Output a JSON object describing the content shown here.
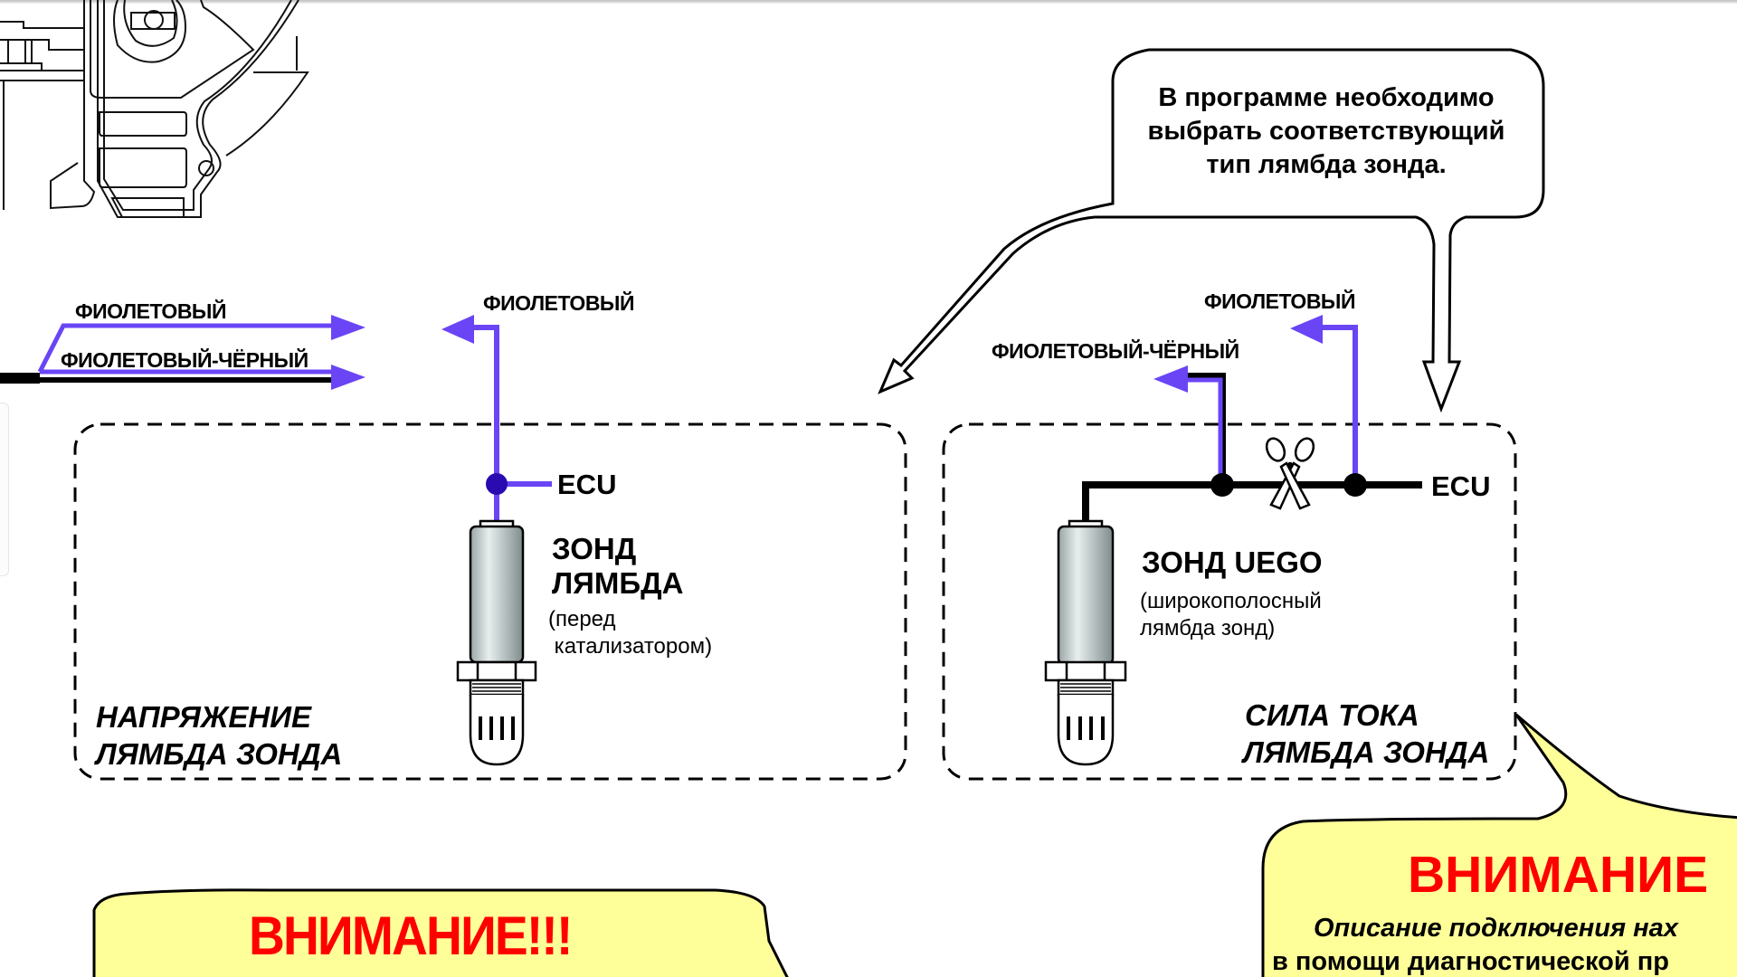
{
  "colors": {
    "purple": "#6a45f5",
    "junction_dark": "#2a0bb0",
    "warning_red": "#ff0000",
    "note_yellow": "#ffff99"
  },
  "left_wiring": {
    "wire_top_label": "ФИОЛЕТОВЫЙ",
    "wire_bottom_label": "ФИОЛЕТОВЫЙ-ЧЁРНЫЙ"
  },
  "voltage_box": {
    "wire_label": "ФИОЛЕТОВЫЙ",
    "ecu_label": "ECU",
    "probe_title_line1": "ЗОНД",
    "probe_title_line2": "ЛЯМБДА",
    "probe_sub_line1": "(перед",
    "probe_sub_line2": " катализатором)",
    "box_title_line1": "НАПРЯЖЕНИЕ",
    "box_title_line2": "ЛЯМБДА ЗОНДА"
  },
  "current_box": {
    "wire_label_1": "ФИОЛЕТОВЫЙ",
    "wire_label_2": "ФИОЛЕТОВЫЙ-ЧЁРНЫЙ",
    "ecu_label": "ECU",
    "probe_title": "ЗОНД UEGO",
    "probe_sub_line1": "(широкополосный",
    "probe_sub_line2": "лямбда зонд)",
    "box_title_line1": "СИЛА ТОКА",
    "box_title_line2": "ЛЯМБДА ЗОНДА",
    "cut_icon": "scissors-icon"
  },
  "callout": {
    "line1": "В программе необходимо",
    "line2": "выбрать соответствующий",
    "line3": "тип лямбда зонда."
  },
  "warning_left": {
    "title": "ВНИМАНИЕ!!!"
  },
  "warning_right": {
    "title": "ВНИМАНИЕ",
    "line1": "Описание подключения нах",
    "line2": "в помощи диагностической пр"
  }
}
